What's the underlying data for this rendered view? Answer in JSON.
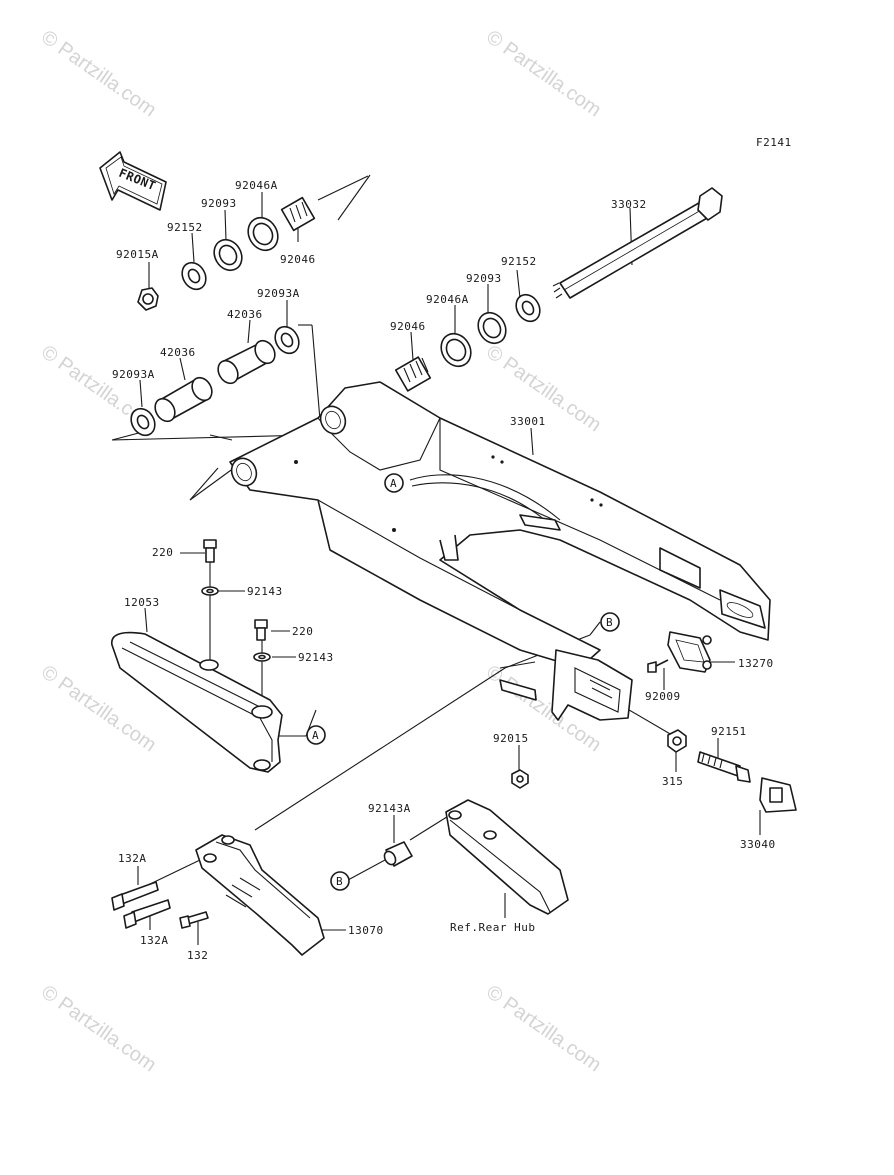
{
  "figure_code": "F2141",
  "front_label": "FRONT",
  "watermark": "© Partzilla.com",
  "ref_label": "Ref.Rear Hub",
  "markers": {
    "a": "A",
    "b": "B"
  },
  "parts": {
    "p33032": "33032",
    "p92046A_l": "92046A",
    "p92093_l": "92093",
    "p92152_l": "92152",
    "p92046_l": "92046",
    "p92015A": "92015A",
    "p92093A_t": "92093A",
    "p42036_t": "42036",
    "p42036_b": "42036",
    "p92093A_b": "92093A",
    "p92152_r": "92152",
    "p92093_r": "92093",
    "p92046A_r": "92046A",
    "p92046_r": "92046",
    "p33001": "33001",
    "p220_a": "220",
    "p92143_a": "92143",
    "p12053": "12053",
    "p220_b": "220",
    "p92143_b": "92143",
    "p13270": "13270",
    "p92009": "92009",
    "p92151": "92151",
    "p315": "315",
    "p33040": "33040",
    "p92015": "92015",
    "p92143A": "92143A",
    "p132A_t": "132A",
    "p132A_b": "132A",
    "p132": "132",
    "p13070": "13070"
  }
}
